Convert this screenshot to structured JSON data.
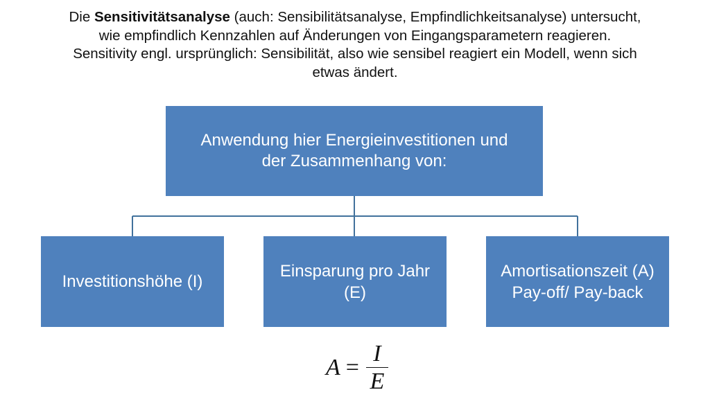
{
  "intro": {
    "pre": "Die ",
    "term": "Sensitivitätsanalyse",
    "line1_rest": " (auch: Sensibilitätsanalyse, Empfindlichkeitsanalyse) untersucht,",
    "line2": "wie empfindlich Kennzahlen auf Änderungen von Eingangsparametern reagieren.",
    "line3": "Sensitivity engl. ursprünglich: Sensibilität, also wie sensibel reagiert ein Modell, wenn sich",
    "line4": "etwas ändert."
  },
  "diagram": {
    "root": {
      "line1": "Anwendung hier Energieinvestitionen und",
      "line2": "der Zusammenhang von:"
    },
    "children": [
      {
        "line1": "Investitionshöhe (I)",
        "line2": ""
      },
      {
        "line1": "Einsparung pro Jahr",
        "line2": "(E)"
      },
      {
        "line1": "Amortisationszeit (A)",
        "line2": "Pay-off/ Pay-back"
      }
    ],
    "box_color": "#4f81bd",
    "connector_color": "#41719c"
  },
  "formula": {
    "lhs": "A",
    "eq": "=",
    "numerator": "I",
    "denominator": "E"
  }
}
